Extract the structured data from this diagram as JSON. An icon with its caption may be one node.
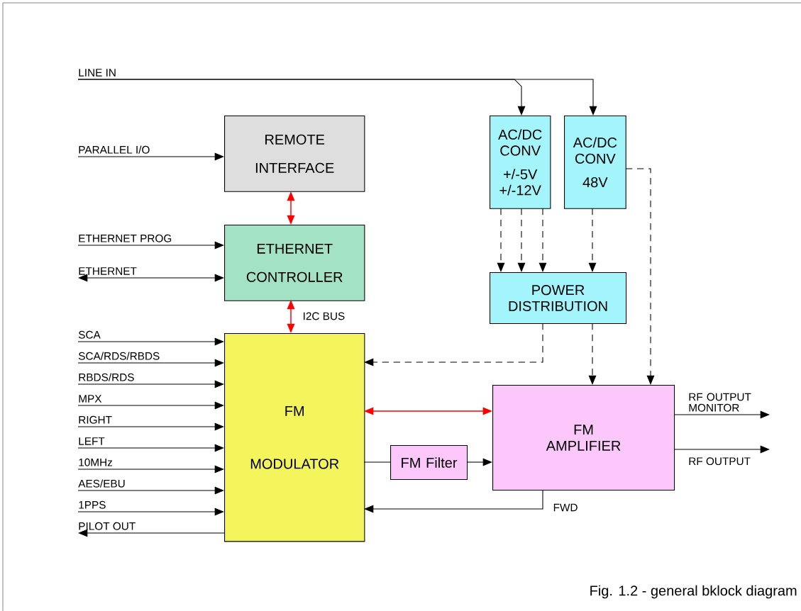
{
  "diagram": {
    "caption": "Fig. 1.2 - general bklock diagram",
    "nodes": [
      {
        "text": [
          "REMOTE INTERFACE"
        ]
      },
      {
        "text": [
          "ETHERNET CONTROLLER"
        ]
      },
      {
        "text": [
          "FM MODULATOR"
        ]
      },
      {
        "text": [
          "AC/DC CONV",
          "+/-5V +/-12V"
        ]
      },
      {
        "text": [
          "AC/DC CONV",
          "48V"
        ]
      },
      {
        "text": [
          "POWER DISTRIBUTION"
        ]
      },
      {
        "text": [
          "FM Filter"
        ]
      },
      {
        "text": [
          "FM AMPLIFIER"
        ]
      },
      {
        "text": [
          "LINE IN"
        ]
      },
      {
        "text": [
          "PARALLEL I/O"
        ]
      },
      {
        "text": [
          "ETHERNET PROG"
        ]
      },
      {
        "text": [
          "ETHERNET"
        ]
      },
      {
        "text": [
          "SCA"
        ]
      },
      {
        "text": [
          "SCA/RDS/RBDS"
        ]
      },
      {
        "text": [
          "RBDS/RDS"
        ]
      },
      {
        "text": [
          "MPX"
        ]
      },
      {
        "text": [
          "RIGHT"
        ]
      },
      {
        "text": [
          "LEFT"
        ]
      },
      {
        "text": [
          "10MHz"
        ]
      },
      {
        "text": [
          "AES/EBU"
        ]
      },
      {
        "text": [
          "1PPS"
        ]
      },
      {
        "text": [
          "PILOT OUT"
        ]
      },
      {
        "text": [
          "RF OUTPUT MONITOR"
        ]
      },
      {
        "text": [
          "RF OUTPUT"
        ]
      }
    ],
    "edges": [
      {
        "from": 8,
        "to": 3,
        "arrow": "to"
      },
      {
        "from": 8,
        "to": 4,
        "arrow": "to"
      },
      {
        "from": 9,
        "to": 0,
        "arrow": "to"
      },
      {
        "from": 10,
        "to": 1,
        "arrow": "to"
      },
      {
        "from": 11,
        "to": 1,
        "arrow": "both"
      },
      {
        "from": 0,
        "to": 1,
        "arrow": "both",
        "color": "#ff0000"
      },
      {
        "from": 1,
        "to": 2,
        "arrow": "both",
        "color": "#ff0000",
        "label": "I2C BUS"
      },
      {
        "from": 12,
        "to": 2,
        "arrow": "to"
      },
      {
        "from": 13,
        "to": 2,
        "arrow": "to"
      },
      {
        "from": 14,
        "to": 2,
        "arrow": "to"
      },
      {
        "from": 15,
        "to": 2,
        "arrow": "to"
      },
      {
        "from": 16,
        "to": 2,
        "arrow": "to"
      },
      {
        "from": 17,
        "to": 2,
        "arrow": "to"
      },
      {
        "from": 18,
        "to": 2,
        "arrow": "to"
      },
      {
        "from": 19,
        "to": 2,
        "arrow": "to"
      },
      {
        "from": 20,
        "to": 2,
        "arrow": "to"
      },
      {
        "from": 2,
        "to": 21,
        "arrow": "to"
      },
      {
        "from": 3,
        "to": 5,
        "arrow": "to",
        "style": "dashed"
      },
      {
        "from": 3,
        "to": 5,
        "arrow": "to",
        "style": "dashed"
      },
      {
        "from": 3,
        "to": 5,
        "arrow": "to",
        "style": "dashed"
      },
      {
        "from": 4,
        "to": 5,
        "arrow": "to",
        "style": "dashed"
      },
      {
        "from": 4,
        "to": 7,
        "arrow": "to",
        "style": "dashed"
      },
      {
        "from": 5,
        "to": 2,
        "arrow": "to",
        "style": "dashed"
      },
      {
        "from": 5,
        "to": 7,
        "arrow": "to",
        "style": "dashed"
      },
      {
        "from": 2,
        "to": 7,
        "arrow": "both",
        "color": "#ff0000"
      },
      {
        "from": 2,
        "to": 6,
        "arrow": "none"
      },
      {
        "from": 6,
        "to": 7,
        "arrow": "to"
      },
      {
        "from": 7,
        "to": 2,
        "arrow": "to",
        "label": "FWD"
      },
      {
        "from": 7,
        "to": 22,
        "arrow": "to"
      },
      {
        "from": 7,
        "to": 23,
        "arrow": "to"
      }
    ]
  }
}
